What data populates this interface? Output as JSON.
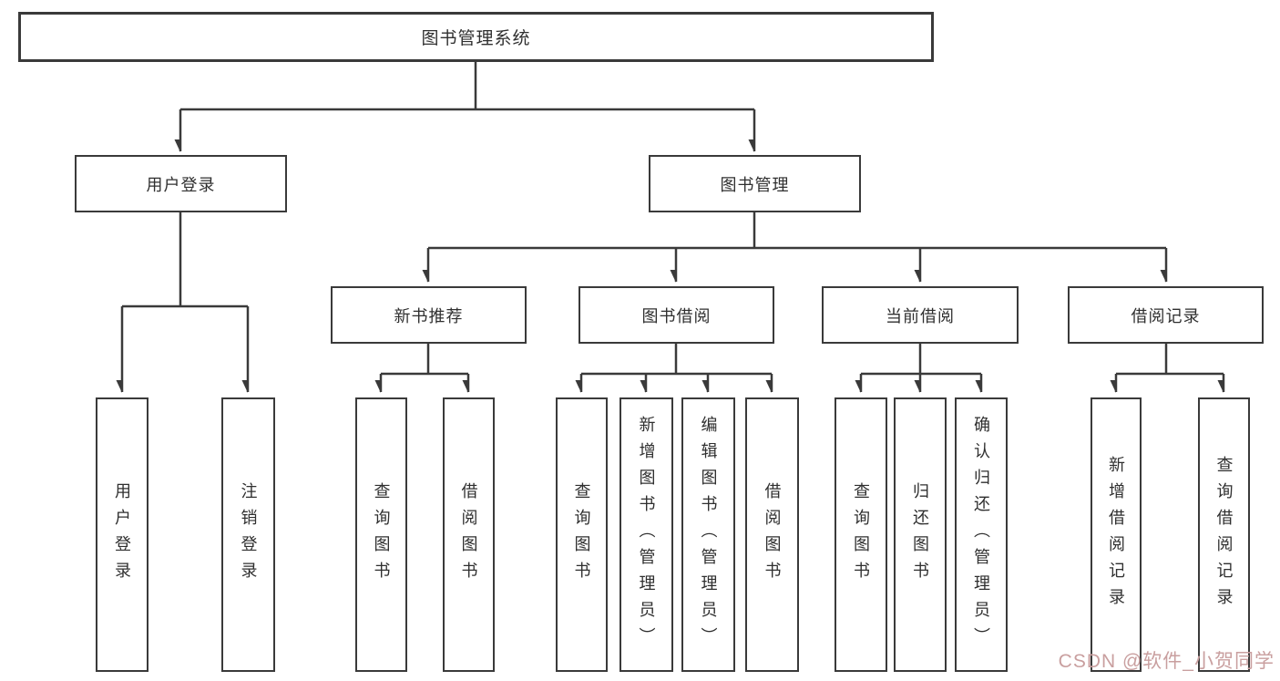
{
  "diagram": {
    "root": {
      "label": "图书管理系统"
    },
    "branches": [
      {
        "label": "用户登录",
        "children": [
          {
            "label": "用户登录"
          },
          {
            "label": "注销登录"
          }
        ]
      },
      {
        "label": "图书管理",
        "children": [
          {
            "label": "新书推荐",
            "children": [
              {
                "label": "查询图书"
              },
              {
                "label": "借阅图书"
              }
            ]
          },
          {
            "label": "图书借阅",
            "children": [
              {
                "label": "查询图书"
              },
              {
                "label": "新增图书（管理员）"
              },
              {
                "label": "编辑图书（管理员）"
              },
              {
                "label": "借阅图书"
              }
            ]
          },
          {
            "label": "当前借阅",
            "children": [
              {
                "label": "查询图书"
              },
              {
                "label": "归还图书"
              },
              {
                "label": "确认归还（管理员）"
              }
            ]
          },
          {
            "label": "借阅记录",
            "children": [
              {
                "label": "新增借阅记录"
              },
              {
                "label": "查询借阅记录"
              }
            ]
          }
        ]
      }
    ]
  },
  "watermark": {
    "text": "CSDN @软件_小贺同学",
    "color": "#c99f9f"
  },
  "colors": {
    "line": "#3a3a3a",
    "text": "#2f2f2f",
    "background": "#ffffff"
  }
}
